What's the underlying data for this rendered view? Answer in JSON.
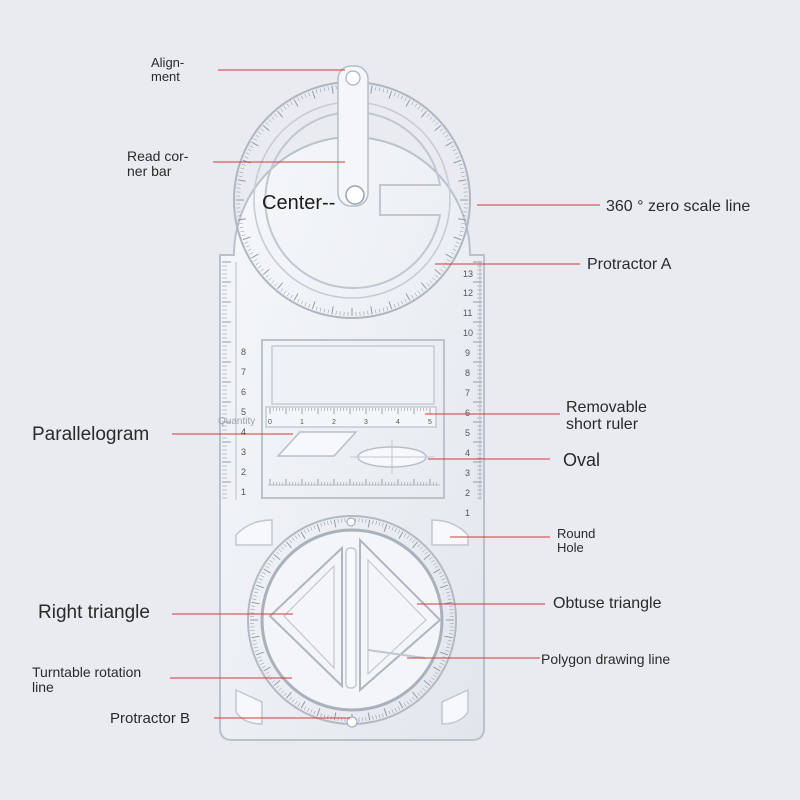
{
  "labels": {
    "alignment": "Align-\nment",
    "read_corner_bar": "Read cor-\nner bar",
    "center": "Center--",
    "zero_scale_line": "360 ° zero scale line",
    "protractor_a": "Protractor A",
    "removable_short_ruler": "Removable\nshort ruler",
    "parallelogram": "Parallelogram",
    "quantity": "Quantity",
    "oval": "Oval",
    "round_hole": "Round\nHole",
    "right_triangle": "Right triangle",
    "obtuse_triangle": "Obtuse triangle",
    "turntable_rotation_line": "Turntable rotation\nline",
    "polygon_drawing_line": "Polygon drawing line",
    "protractor_b": "Protractor B"
  },
  "ruler_numbers_right": [
    "13",
    "12",
    "11",
    "10",
    "9",
    "8",
    "7",
    "6",
    "5",
    "4",
    "3",
    "2",
    "1"
  ],
  "ruler_numbers_left": [
    "8",
    "7",
    "6",
    "5",
    "4",
    "3",
    "2",
    "1"
  ],
  "short_ruler_numbers": [
    "0",
    "1",
    "2",
    "3",
    "4",
    "5"
  ],
  "colors": {
    "leader_line": "#d23a3a",
    "plastic_edge": "#b9c1cc",
    "tick": "#8a929c",
    "text": "#2a2a2a"
  }
}
